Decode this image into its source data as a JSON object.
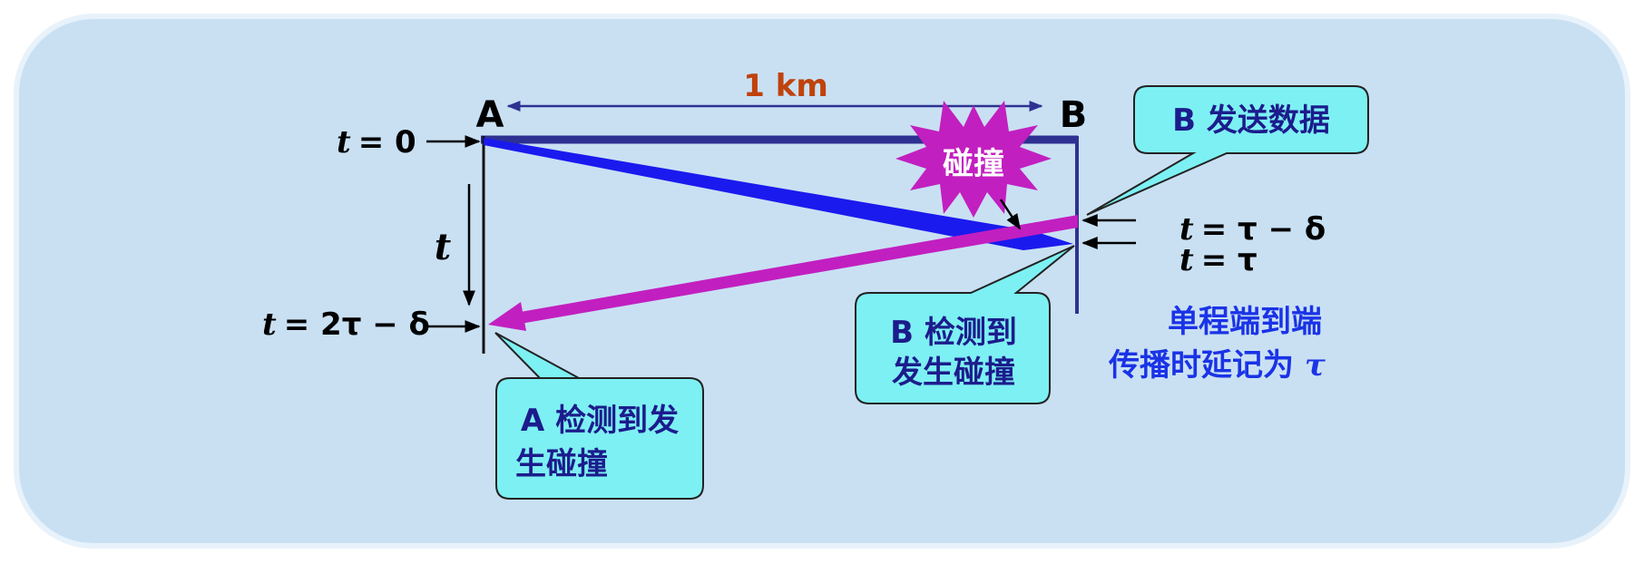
{
  "colors": {
    "panel_fill": "#c9e0f3",
    "panel_edge": "#e8f2fb",
    "baseline": "#2e3192",
    "frame_a_signal": "#1a1aee",
    "frame_b_signal": "#c21fc0",
    "collision_star": "#c21fc0",
    "callout_fill": "#7df0f3",
    "callout_text": "#1c1c8c",
    "distance_label": "#c0420c",
    "note_text": "#1a33e6"
  },
  "labels": {
    "node_a": "A",
    "node_b": "B",
    "distance": "1 km",
    "collision": "碰撞",
    "time_axis": "t"
  },
  "time_marks": {
    "t0_var": "t",
    "t0_rest": "= 0",
    "t_tau_delta_var": "t",
    "t_tau_delta_rest": "= τ − δ",
    "t_tau_var": "t",
    "t_tau_rest": "= τ",
    "t_2tau_delta_var": "t",
    "t_2tau_delta_rest": "= 2τ − δ"
  },
  "callouts": {
    "b_sends": "B 发送数据",
    "b_detects_line1": "B 检测到",
    "b_detects_line2": "发生碰撞",
    "a_detects_line1": "A 检测到发",
    "a_detects_line2": "生碰撞"
  },
  "note": {
    "line1": "单程端到端",
    "line2_text": "传播时延记为",
    "line2_symbol": "τ"
  },
  "icons": {
    "collision": "explosion-star-icon",
    "arrow": "arrow-icon"
  }
}
